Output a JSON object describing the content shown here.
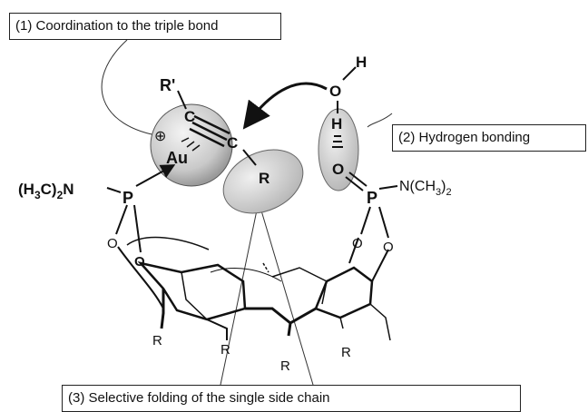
{
  "callouts": {
    "coordination": "(1) Coordination to the triple bond",
    "hydrogen": "(2) Hydrogen bonding",
    "folding": "(3) Selective folding of the single side chain"
  },
  "atoms": {
    "r_prime": "R'",
    "c_top": "C",
    "c_mid": "C",
    "r_side": "R",
    "au": "Au",
    "plus": "⊕",
    "h_top": "H",
    "o_water": "O",
    "h_bridge": "H",
    "o_carbonyl": "O",
    "p_left": "P",
    "p_right": "P",
    "o_left_1": "O",
    "o_left_2": "O",
    "o_right_1": "O",
    "o_right_2": "O",
    "r_bottom_1": "R",
    "r_bottom_2": "R",
    "r_bottom_3": "R",
    "r_bottom_4": "R"
  },
  "substituents": {
    "left_amine_main": "(H",
    "left_amine_sub1": "3",
    "left_amine_mid": "C)",
    "left_amine_sub2": "2",
    "left_amine_end": "N",
    "right_amine_main": "N(CH",
    "right_amine_sub1": "3",
    "right_amine_end": ")",
    "right_amine_sub2": "2"
  },
  "colors": {
    "sphere_fill": "#cfcfcf",
    "bond": "#111111"
  }
}
